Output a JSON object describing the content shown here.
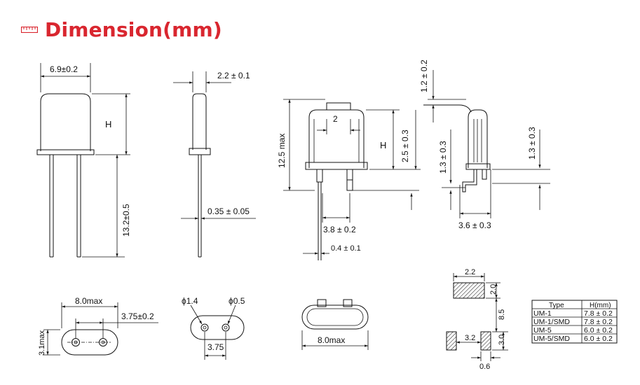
{
  "header": {
    "title": "Dimension(mm)",
    "icon": "ruler-icon",
    "title_color": "#d9262f"
  },
  "views": {
    "front": {
      "width": "6.9±0.2",
      "height_label": "H",
      "lead_length": "13.2±0.5"
    },
    "side": {
      "thickness": "2.2 ± 0.1",
      "lead_diameter": "0.35 ± 0.05"
    },
    "smd_front": {
      "total_height": "12.5 max",
      "height_label": "H",
      "lead_gap": "2",
      "lead_offset": "2.5 ± 0.3",
      "lead_pitch": "3.8 ± 0.2",
      "lead_width": "0.4 ± 0.1"
    },
    "smd_side": {
      "top_gap": "1.2 ± 0.2",
      "stand_left": "1.3 ± 0.3",
      "stand_right": "1.3 ± 0.3",
      "depth": "3.6 ± 0.3"
    },
    "bottom_oval": {
      "length": "8.0max",
      "pitch": "3.75±0.2",
      "width": "3.1max"
    },
    "bottom_pcb": {
      "hole_left": "ϕ1.4",
      "hole_right": "ϕ0.5",
      "pitch": "3.75"
    },
    "bottom_smd": {
      "length": "8.0max"
    },
    "pad_layout": {
      "top_width": "2.2",
      "top_height": "2.0",
      "span": "8.5",
      "gap": "3.2",
      "pad_height": "3.0",
      "pad_width": "0.6"
    }
  },
  "table": {
    "headers": [
      "Type",
      "H(mm)"
    ],
    "rows": [
      [
        "UM-1",
        "7.8 ± 0.2"
      ],
      [
        "UM-1/SMD",
        "7.8 ± 0.2"
      ],
      [
        "UM-5",
        "6.0 ± 0.2"
      ],
      [
        "UM-5/SMD",
        "6.0 ± 0.2"
      ]
    ]
  }
}
